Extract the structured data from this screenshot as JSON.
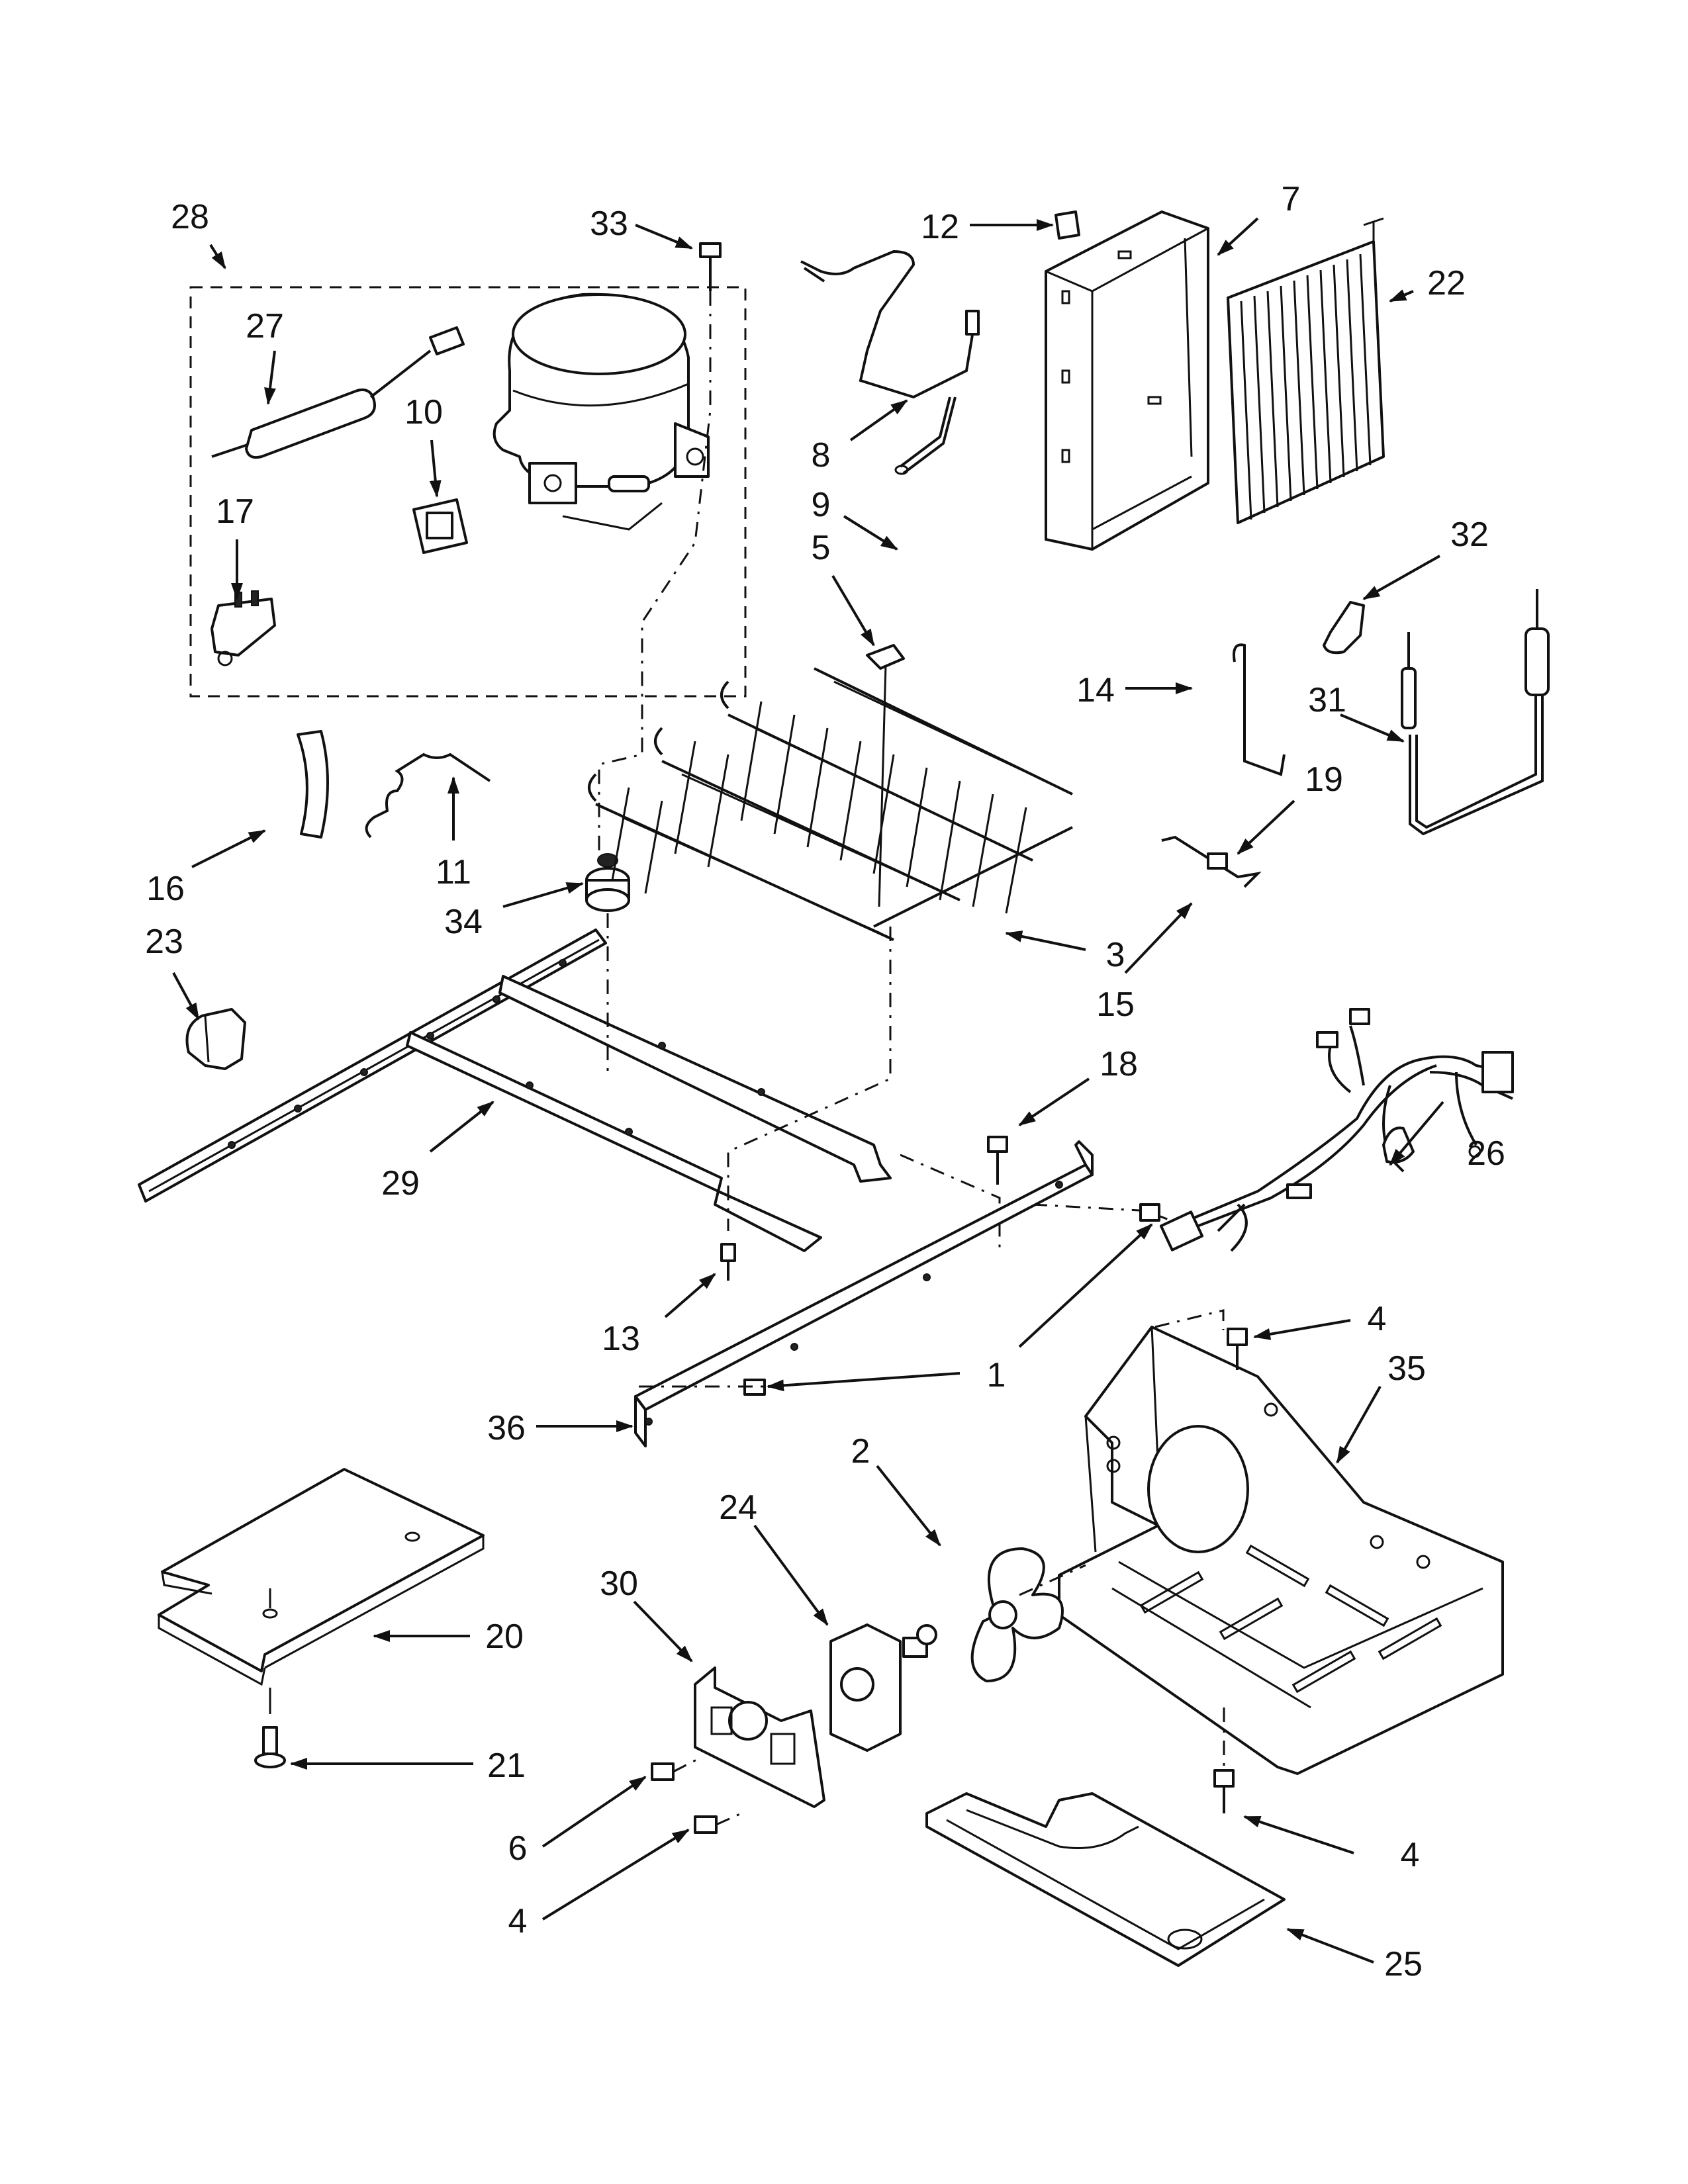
{
  "diagram": {
    "callouts": [
      "1",
      "2",
      "3",
      "4",
      "4",
      "4",
      "5",
      "6",
      "7",
      "8",
      "9",
      "10",
      "11",
      "12",
      "13",
      "14",
      "15",
      "16",
      "17",
      "18",
      "19",
      "20",
      "21",
      "22",
      "23",
      "24",
      "25",
      "26",
      "27",
      "28",
      "29",
      "30",
      "31",
      "32",
      "33",
      "34",
      "35",
      "36"
    ]
  }
}
